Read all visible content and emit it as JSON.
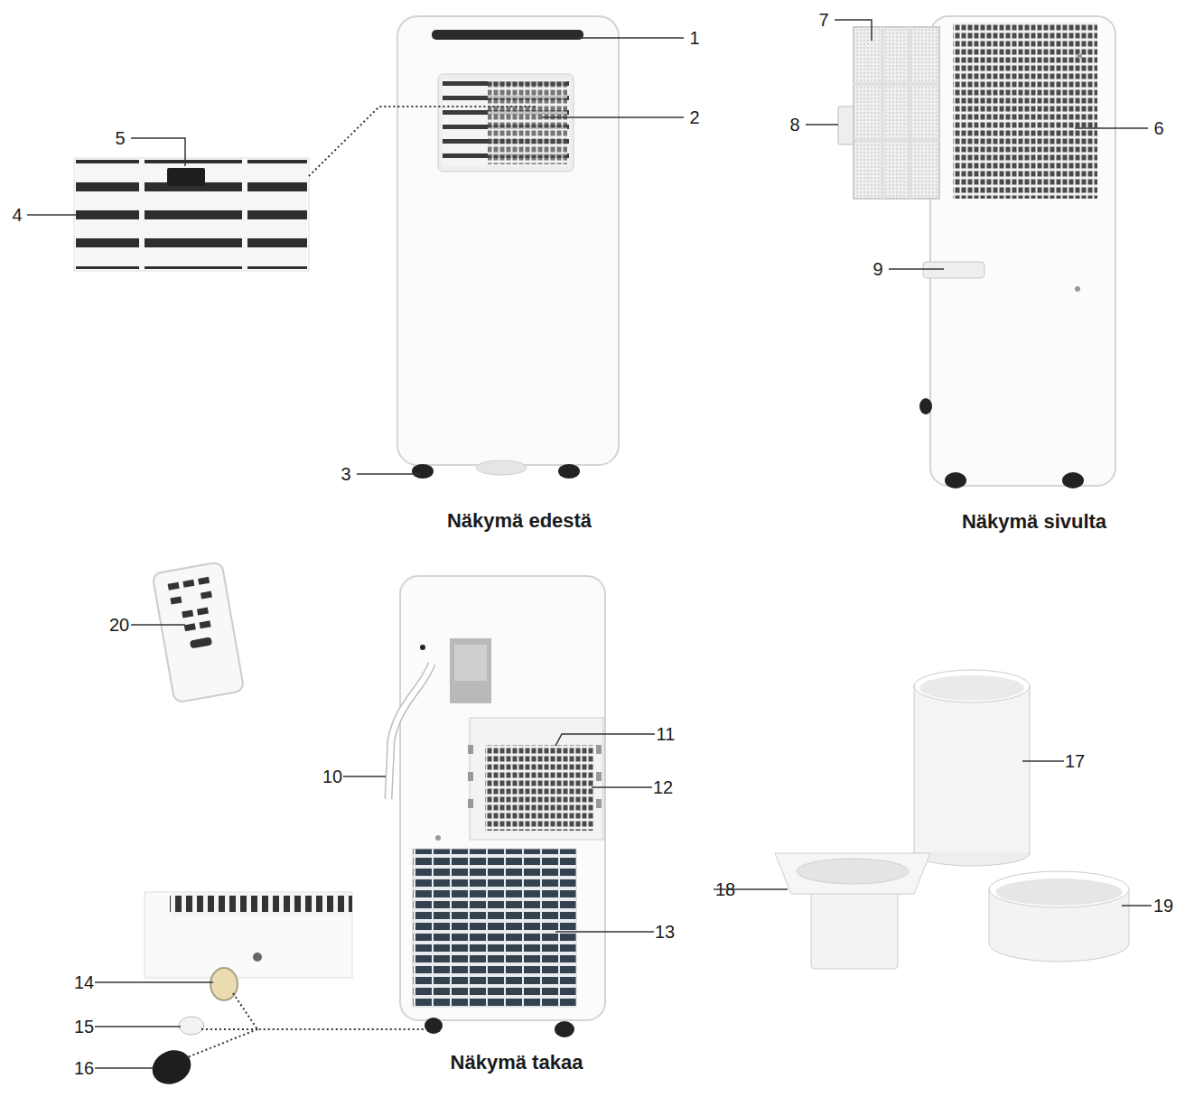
{
  "diagram": {
    "labels": [
      "1",
      "2",
      "5",
      "4",
      "3",
      "Näkymä edestä",
      "7",
      "8",
      "6",
      "9",
      "Näkymä sivulta",
      "20",
      "11",
      "10",
      "12",
      "13",
      "14",
      "15",
      "16",
      "Näkymä takaa",
      "17",
      "18",
      "19"
    ]
  }
}
